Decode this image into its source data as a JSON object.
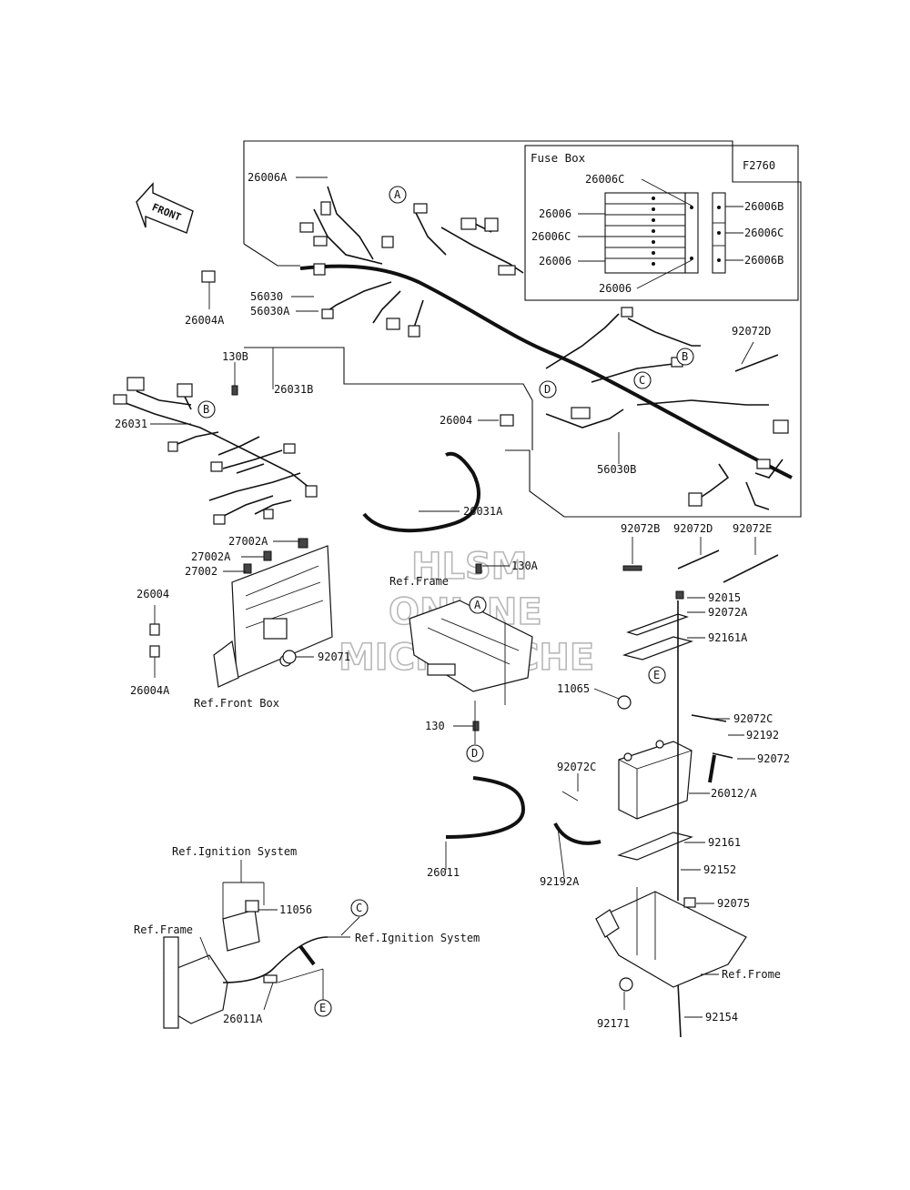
{
  "figure_code": "F2760",
  "front_arrow_label": "FRONT",
  "fuse_box": {
    "title": "Fuse Box",
    "labels": {
      "top": "26006C",
      "left1": "26006",
      "left2": "26006C",
      "left3": "26006",
      "bottom": "26006",
      "right1": "26006B",
      "right2": "26006C",
      "right3": "26006B"
    }
  },
  "callouts": {
    "A": "A",
    "B": "B",
    "C": "C",
    "D": "D",
    "E": "E"
  },
  "part_labels": {
    "p26006A": "26006A",
    "p26004A_top": "26004A",
    "p56030": "56030",
    "p56030A": "56030A",
    "p130B": "130B",
    "p26031B": "26031B",
    "p26031": "26031",
    "p26004_mid": "26004",
    "p56030B": "56030B",
    "p92072D_top": "92072D",
    "p26031A": "26031A",
    "p27002A_1": "27002A",
    "p27002A_2": "27002A",
    "p27002": "27002",
    "p26004_left": "26004",
    "p26004A_left": "26004A",
    "p92071": "92071",
    "ref_front_box": "Ref.Front Box",
    "ref_frame_mid": "Ref.Frame",
    "p130A": "130A",
    "p92072B": "92072B",
    "p92072D_mid": "92072D",
    "p92072E": "92072E",
    "p92015": "92015",
    "p92072A": "92072A",
    "p92161A": "92161A",
    "p11065": "11065",
    "p130": "130",
    "p92072C_r": "92072C",
    "p92192": "92192",
    "p92072": "92072",
    "p92072C_l": "92072C",
    "p26012A": "26012/A",
    "p26011": "26011",
    "p92192A": "92192A",
    "p92161": "92161",
    "p92152": "92152",
    "p92075": "92075",
    "ref_frome": "Ref.Frome",
    "p92171": "92171",
    "p92154": "92154",
    "ref_ignition_top": "Ref.Ignition System",
    "p11056": "11056",
    "ref_frame_low": "Ref.Frame",
    "ref_ignition_right": "Ref.Ignition System",
    "p26011A": "26011A"
  },
  "watermark": {
    "line1": "HLSM",
    "line2": "ONLINE",
    "line3": "MICROFICHE"
  }
}
